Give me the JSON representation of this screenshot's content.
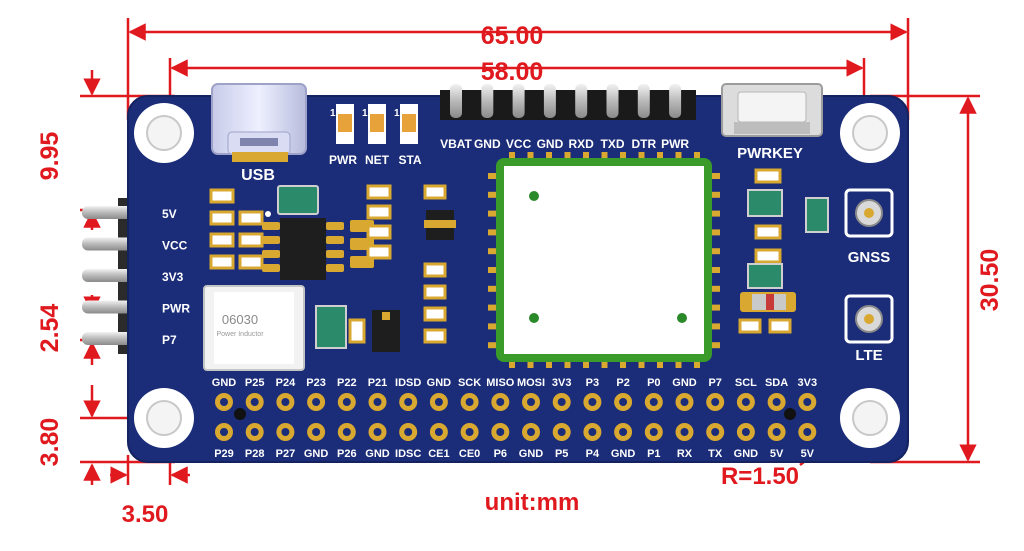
{
  "dimensions": {
    "width_total": "65.00",
    "width_inner": "58.00",
    "height_total": "30.50",
    "left_top": "9.95",
    "left_pitch": "2.54",
    "left_bottom": "3.80",
    "bottom_offset": "3.50",
    "radius": "R=1.50",
    "unit": "unit:mm"
  },
  "board": {
    "usb_label": "USB",
    "led_labels": [
      "PWR",
      "NET",
      "STA"
    ],
    "header_labels": [
      "VBAT",
      "GND",
      "VCC",
      "GND",
      "RXD",
      "TXD",
      "DTR",
      "PWR"
    ],
    "pwrkey_label": "PWRKEY",
    "gnss_label": "GNSS",
    "lte_label": "LTE",
    "left_pins": [
      "5V",
      "VCC",
      "3V3",
      "PWR",
      "P7"
    ],
    "inductor_text": "06030",
    "inductor_subtext": "Power Inductor",
    "top_row_labels": [
      "GND",
      "P25",
      "P24",
      "P23",
      "P22",
      "P21",
      "IDSD",
      "GND",
      "SCK",
      "MISO",
      "MOSI",
      "3V3",
      "P3",
      "P2",
      "P0",
      "GND",
      "P7",
      "SCL",
      "SDA",
      "3V3"
    ],
    "bottom_row_labels": [
      "P29",
      "P28",
      "P27",
      "GND",
      "P26",
      "GND",
      "IDSC",
      "CE1",
      "CE0",
      "P6",
      "GND",
      "P5",
      "P4",
      "GND",
      "P1",
      "RX",
      "TX",
      "GND",
      "5V",
      "5V"
    ],
    "led_marks": [
      "1",
      "1",
      "1"
    ]
  },
  "colors": {
    "pcb": "#1b2d78",
    "pcb_dark": "#142360",
    "dimension": "#e0191e",
    "gold": "#d8a830",
    "module_border": "#3a9a2a"
  }
}
